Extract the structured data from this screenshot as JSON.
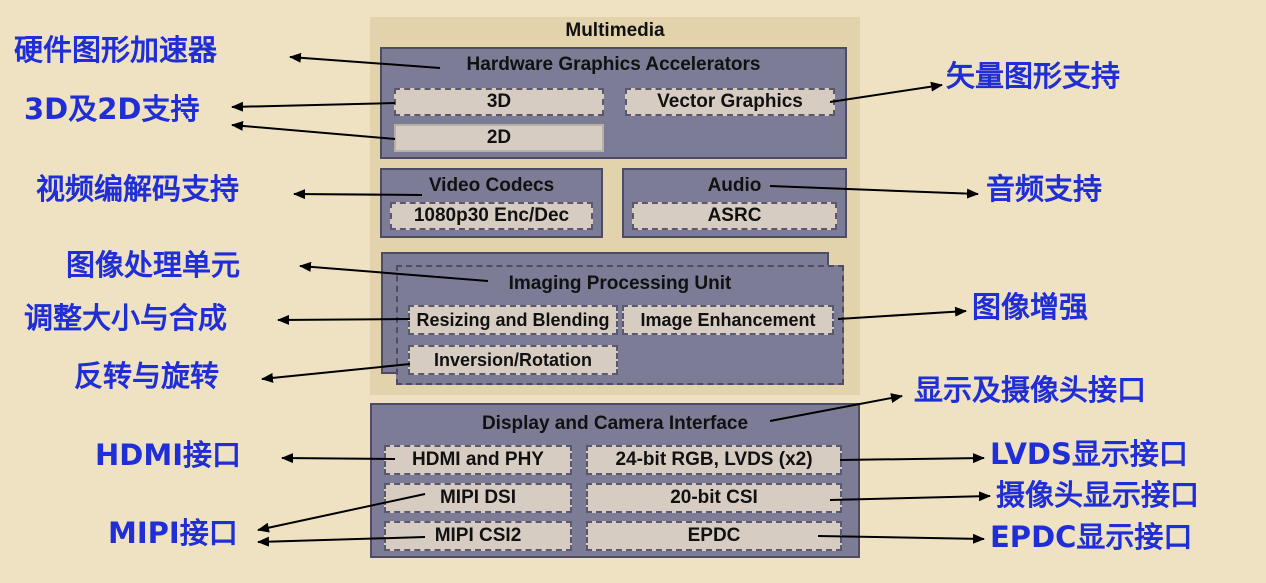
{
  "diagram": {
    "title": "Multimedia",
    "hw_graphics": {
      "title": "Hardware Graphics Accelerators",
      "items": [
        "3D",
        "Vector Graphics",
        "2D"
      ]
    },
    "video": {
      "title": "Video Codecs",
      "item": "1080p30 Enc/Dec"
    },
    "audio": {
      "title": "Audio",
      "item": "ASRC"
    },
    "ipu": {
      "title": "Imaging Processing Unit",
      "items": [
        "Resizing and Blending",
        "Image Enhancement",
        "Inversion/Rotation"
      ]
    },
    "display": {
      "title": "Display and Camera Interface",
      "items": [
        "HDMI and PHY",
        "24-bit RGB, LVDS (x2)",
        "MIPI DSI",
        "20-bit CSI",
        "MIPI CSI2",
        "EPDC"
      ]
    }
  },
  "annotations": {
    "hw_accel": "硬件图形加速器",
    "d3d2": "3D及2D支持",
    "vector": "矢量图形支持",
    "video": "视频编解码支持",
    "audio": "音频支持",
    "ipu": "图像处理单元",
    "resize": "调整大小与合成",
    "enhance": "图像增强",
    "invert": "反转与旋转",
    "display_if": "显示及摄像头接口",
    "hdmi": "HDMI接口",
    "lvds": "LVDS显示接口",
    "csi": "摄像头显示接口",
    "mipi": "MIPI接口",
    "epdc": "EPDC显示接口"
  },
  "colors": {
    "background": "#efe2c3",
    "panel": "#e2d3ad",
    "block": "#7d7c96",
    "chip": "#d6ccc2",
    "annotation_text": "#1f2ed6",
    "arrow": "#000000"
  }
}
